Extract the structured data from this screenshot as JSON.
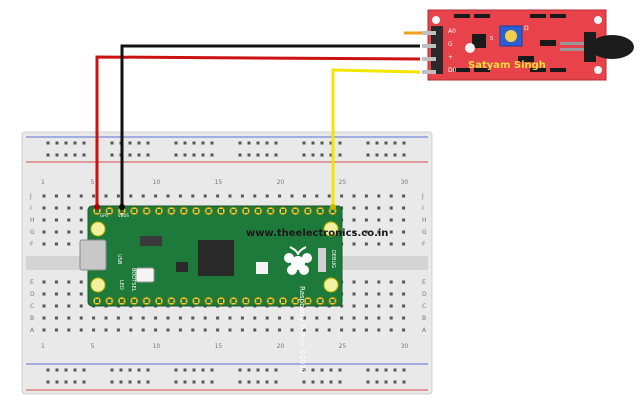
{
  "sensor": {
    "name": "Satyam Singh",
    "pins": [
      "A0",
      "G",
      "+",
      "D0"
    ],
    "extra_labels": [
      "S",
      "Ω"
    ]
  },
  "board": {
    "brand": "Raspberry Pi Pico ©2020",
    "usb_label": "USB",
    "button_label": "BOOTSEL",
    "led_label": "LED",
    "debug_label": "DEBUG",
    "pin_labels": [
      "GP0",
      "VBUS"
    ]
  },
  "watermark": "www.theelectronics.co.in",
  "breadboard": {
    "column_numbers": [
      "1",
      "5",
      "10",
      "15",
      "20",
      "25",
      "30"
    ],
    "row_letters_top": [
      "J",
      "I",
      "H",
      "G",
      "F"
    ],
    "row_letters_bottom": [
      "E",
      "D",
      "C",
      "B",
      "A"
    ]
  },
  "wires": [
    {
      "name": "red",
      "color": "#cc1111"
    },
    {
      "name": "black",
      "color": "#111111"
    },
    {
      "name": "yellow",
      "color": "#f2e600"
    }
  ],
  "colors": {
    "board_green": "#1e7a3a",
    "sensor_red": "#e8424a",
    "breadboard": "#e6e6e6"
  }
}
